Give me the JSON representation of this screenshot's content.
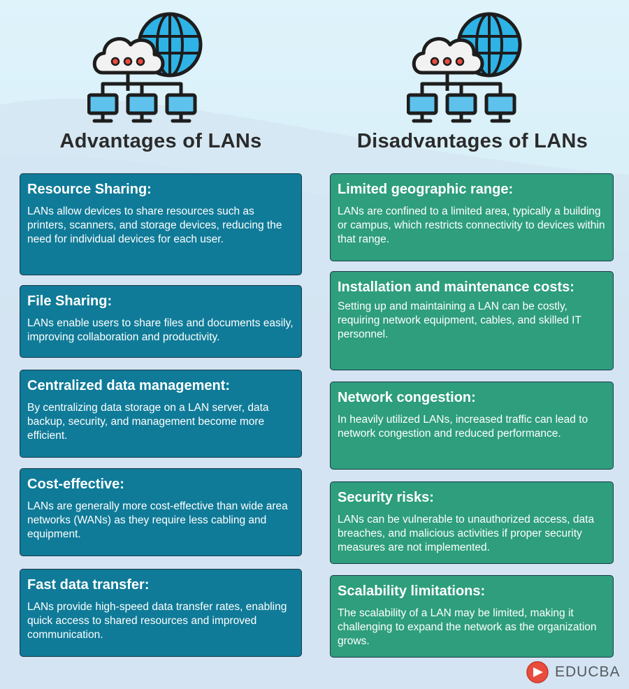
{
  "advantages": {
    "title": "Advantages of LANs",
    "items": [
      {
        "heading": "Resource Sharing:",
        "text": "LANs allow devices to share resources such as printers, scanners, and storage devices, reducing the need for individual devices for each user."
      },
      {
        "heading": "File Sharing:",
        "text": "LANs enable users to share files and documents easily, improving collaboration and productivity."
      },
      {
        "heading": "Centralized data management:",
        "text": "By centralizing data storage on a LAN server, data backup, security, and management become more efficient."
      },
      {
        "heading": "Cost-effective:",
        "text": "LANs are generally more cost-effective than wide area networks (WANs) as they require less cabling and equipment."
      },
      {
        "heading": "Fast data transfer:",
        "text": "LANs provide high-speed data transfer rates, enabling quick access to shared resources and improved communication."
      }
    ]
  },
  "disadvantages": {
    "title": "Disadvantages of LANs",
    "items": [
      {
        "heading": "Limited geographic range:",
        "text": "LANs are confined to a limited area, typically a building or campus, which restricts connectivity to devices within that range."
      },
      {
        "heading": "Installation and maintenance costs:",
        "text": "Setting up and maintaining a LAN can be costly, requiring network equipment, cables, and skilled IT personnel."
      },
      {
        "heading": "Network congestion:",
        "text": "In heavily utilized LANs, increased traffic can lead to network congestion and reduced performance."
      },
      {
        "heading": "Security risks:",
        "text": "LANs can be vulnerable to unauthorized access, data breaches, and malicious activities if proper security measures are not implemented."
      },
      {
        "heading": "Scalability limitations:",
        "text": "The scalability of a LAN may be limited, making it challenging to expand the network as the organization grows."
      }
    ]
  },
  "branding": {
    "logo_text": "EDUCBA"
  },
  "icons": {
    "hero": "cloud-globe-network-icon",
    "logo": "educba-logo-icon"
  },
  "colors": {
    "advantage_card": "#0f7b98",
    "disadvantage_card": "#2e9e7c",
    "title_text": "#2b2b2b",
    "logo_red": "#e84c3d"
  }
}
